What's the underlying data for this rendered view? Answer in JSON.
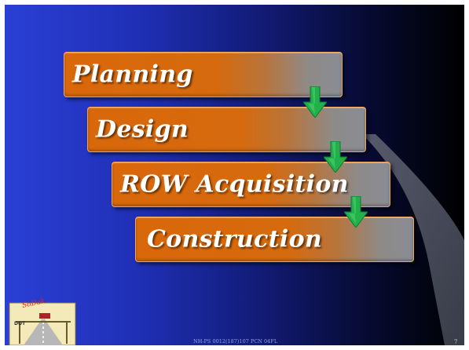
{
  "slide": {
    "steps": [
      {
        "label": "Planning"
      },
      {
        "label": "Design"
      },
      {
        "label": "ROW Acquisition"
      },
      {
        "label": "Construction"
      }
    ],
    "footer_text": "NH-PS 0012(187)107  PCN 04FL",
    "slide_number": "7",
    "logo": {
      "script_text": "SoDak",
      "badge_text": "DOT"
    },
    "colors": {
      "background_left": "#2a3fd6",
      "background_right": "#000000",
      "bar_orange": "#d9680a",
      "bar_gray": "#8a8c94",
      "arrow_green": "#22b04a",
      "label_text": "#ffffff"
    }
  }
}
